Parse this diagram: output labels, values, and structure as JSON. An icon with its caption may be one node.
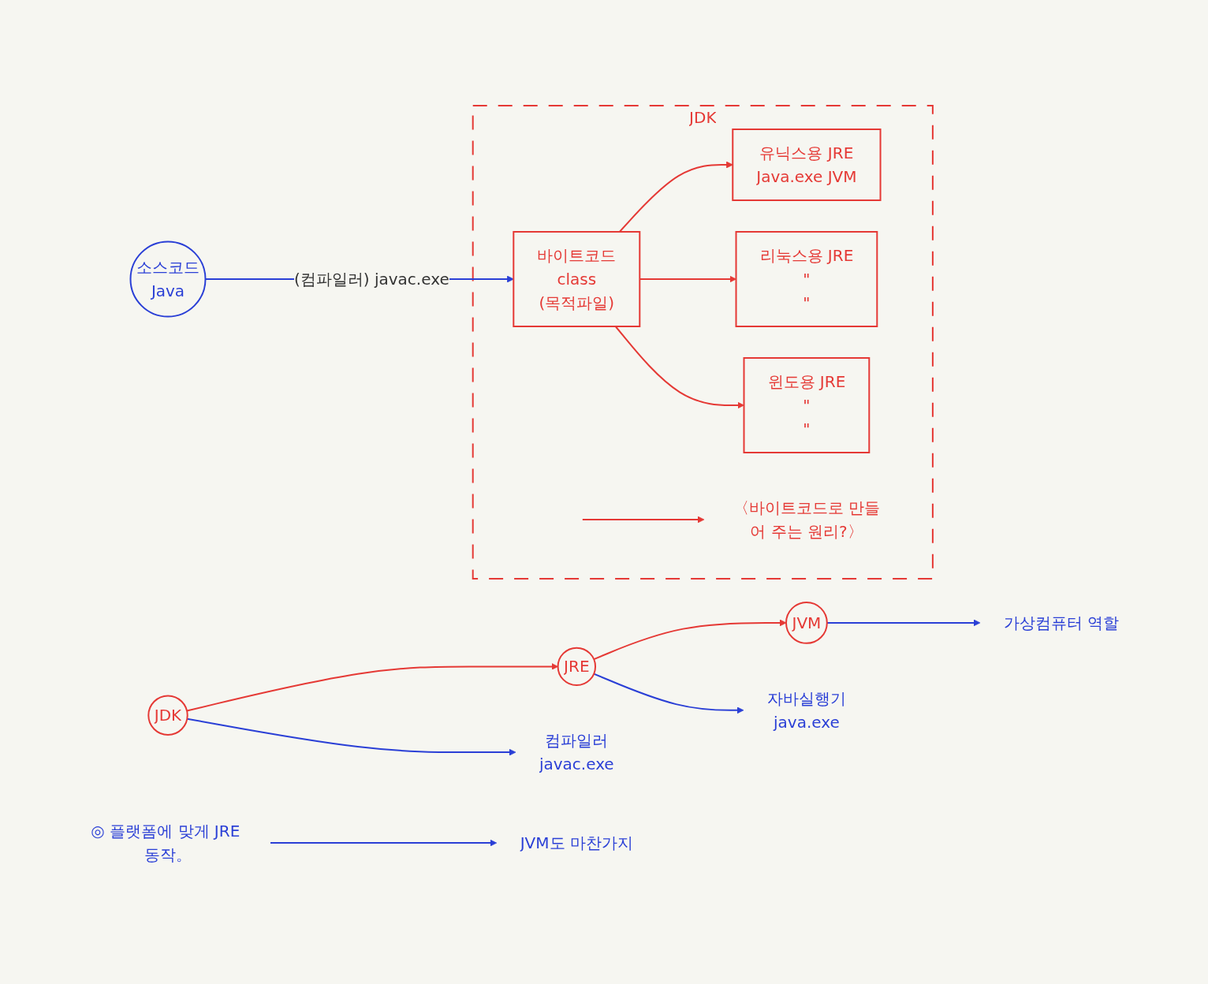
{
  "diagram": {
    "nodes": [
      {
        "text": [
          "JDK"
        ]
      },
      {
        "text": [
          "JRE"
        ]
      },
      {
        "text": [
          "JVM"
        ]
      },
      {
        "text": [
          "컴파일러",
          "javac.exe"
        ]
      },
      {
        "text": [
          "자바실행기",
          "java.exe"
        ]
      },
      {
        "text": [
          "가상컴퓨터 역할"
        ]
      },
      {
        "text": [
          "JDK"
        ]
      },
      {
        "text": [
          "소스코드",
          "Java"
        ]
      },
      {
        "text": [
          "바이트코드",
          "class",
          "(목적파일)"
        ],
        "in": 6
      },
      {
        "text": [
          "〈바이트코드로 만들어 주는 원리?〉"
        ],
        "in": 6
      },
      {
        "text": [
          "유닉스용 JRE",
          "Java.exe JVM"
        ],
        "in": 6
      },
      {
        "text": [
          "리눅스용 JRE",
          "\"",
          "\""
        ],
        "in": 6
      },
      {
        "text": [
          "윈도용 JRE",
          "\"",
          "\""
        ],
        "in": 6
      },
      {
        "text": [
          "◎ 플랫폼에 맞게 JRE 동작。"
        ]
      },
      {
        "text": [
          "JVM도 마찬가지"
        ]
      }
    ],
    "edges": [
      {
        "from": 0,
        "to": 1,
        "arrow": "to"
      },
      {
        "from": 1,
        "to": 2,
        "arrow": "to"
      },
      {
        "from": 0,
        "to": 3,
        "arrow": "to",
        "color": "#2a3fd6"
      },
      {
        "from": 1,
        "to": 4,
        "arrow": "to",
        "color": "#2a3fd6"
      },
      {
        "from": 2,
        "to": 5,
        "arrow": "to",
        "color": "#2a3fd6"
      },
      {
        "from": 7,
        "to": 8,
        "label": "(컴파일러) javac.exe",
        "arrow": "to",
        "color": "#2a3fd6"
      },
      {
        "from": 8,
        "to": 10,
        "arrow": "to"
      },
      {
        "from": 8,
        "to": 11,
        "arrow": "to"
      },
      {
        "from": 8,
        "to": 12,
        "arrow": "to"
      },
      {
        "from": null,
        "to": 9,
        "arrow": "to"
      },
      {
        "from": 13,
        "to": 14,
        "arrow": "to",
        "color": "#2a3fd6"
      }
    ]
  }
}
